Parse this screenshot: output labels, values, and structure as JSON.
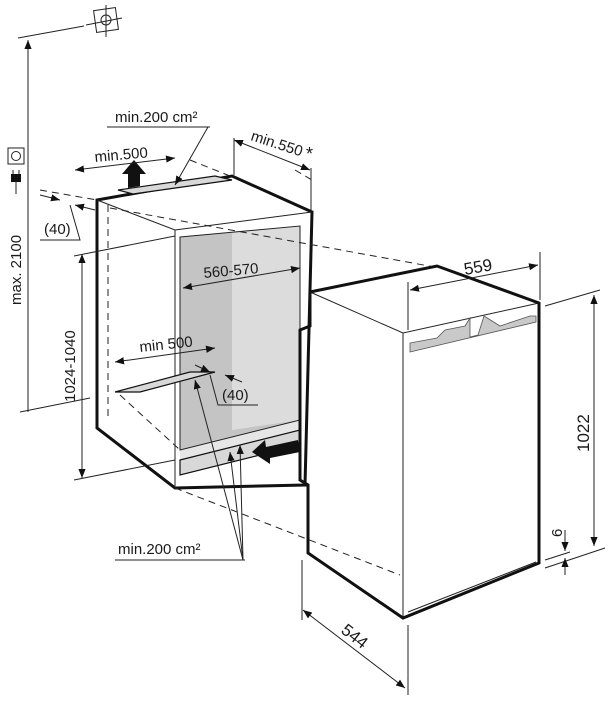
{
  "labels": {
    "max_height": "max. 2100",
    "niche_height": "1024-1040",
    "top_offset": "(40)",
    "top_vent_width": "min.500",
    "top_vent_area": "min.200 cm²",
    "niche_depth": "min.550",
    "niche_depth_note": "*",
    "niche_width": "560-570",
    "bottom_vent_width": "min 500",
    "bottom_offset": "(40)",
    "bottom_vent_area": "min.200 cm²",
    "appliance_width": "559",
    "appliance_height": "1022",
    "plinth_offset": "6",
    "appliance_depth": "544"
  },
  "icons": [
    "ceiling-symbol-icon",
    "socket-icon",
    "plug-icon",
    "airflow-arrow-icon"
  ],
  "colors": {
    "line": "#222222",
    "interior": "#c8c8c8",
    "vent": "#d8d8d8"
  }
}
